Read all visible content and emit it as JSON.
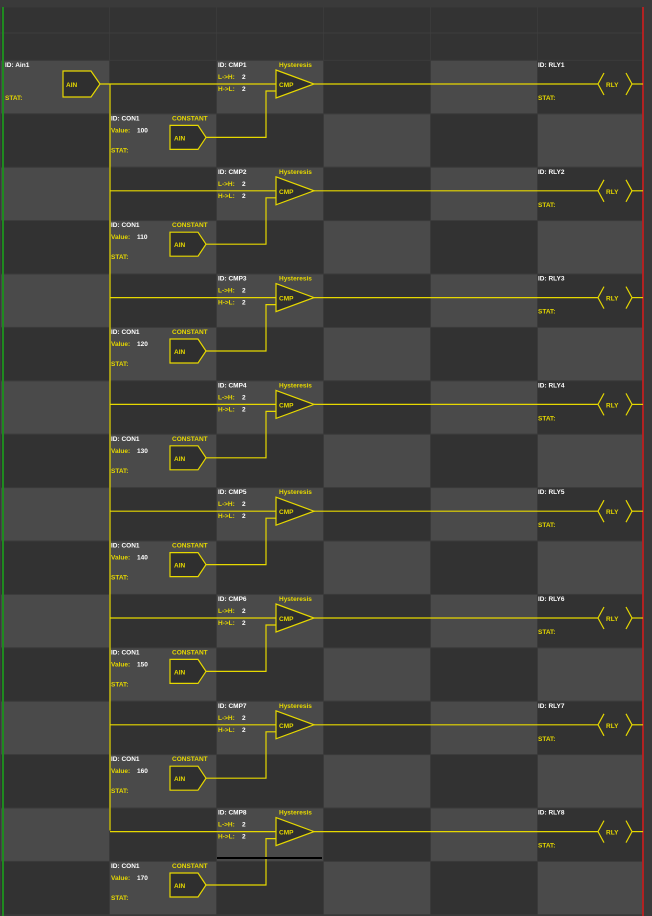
{
  "input": {
    "id_label": "ID: Ain1",
    "stat_label": "STAT:",
    "block_label": "AIN"
  },
  "stages": [
    {
      "cmp_id": "ID: CMP1",
      "mode": "Hysteresis",
      "lh_label": "L->H:",
      "lh_value": "2",
      "hl_label": "H->L:",
      "hl_value": "2",
      "cmp_block": "CMP",
      "con_id": "ID: CON1",
      "con_type": "CONSTANT",
      "con_value_label": "Value:",
      "con_value": "100",
      "con_stat": "STAT:",
      "con_block": "AIN",
      "rly_id": "ID: RLY1",
      "rly_stat": "STAT:",
      "rly_block": "RLY"
    },
    {
      "cmp_id": "ID: CMP2",
      "mode": "Hysteresis",
      "lh_label": "L->H:",
      "lh_value": "2",
      "hl_label": "H->L:",
      "hl_value": "2",
      "cmp_block": "CMP",
      "con_id": "ID: CON1",
      "con_type": "CONSTANT",
      "con_value_label": "Value:",
      "con_value": "110",
      "con_stat": "STAT:",
      "con_block": "AIN",
      "rly_id": "ID: RLY2",
      "rly_stat": "STAT:",
      "rly_block": "RLY"
    },
    {
      "cmp_id": "ID: CMP3",
      "mode": "Hysteresis",
      "lh_label": "L->H:",
      "lh_value": "2",
      "hl_label": "H->L:",
      "hl_value": "2",
      "cmp_block": "CMP",
      "con_id": "ID: CON1",
      "con_type": "CONSTANT",
      "con_value_label": "Value:",
      "con_value": "120",
      "con_stat": "STAT:",
      "con_block": "AIN",
      "rly_id": "ID: RLY3",
      "rly_stat": "STAT:",
      "rly_block": "RLY"
    },
    {
      "cmp_id": "ID: CMP4",
      "mode": "Hysteresis",
      "lh_label": "L->H:",
      "lh_value": "2",
      "hl_label": "H->L:",
      "hl_value": "2",
      "cmp_block": "CMP",
      "con_id": "ID: CON1",
      "con_type": "CONSTANT",
      "con_value_label": "Value:",
      "con_value": "130",
      "con_stat": "STAT:",
      "con_block": "AIN",
      "rly_id": "ID: RLY4",
      "rly_stat": "STAT:",
      "rly_block": "RLY"
    },
    {
      "cmp_id": "ID: CMP5",
      "mode": "Hysteresis",
      "lh_label": "L->H:",
      "lh_value": "2",
      "hl_label": "H->L:",
      "hl_value": "2",
      "cmp_block": "CMP",
      "con_id": "ID: CON1",
      "con_type": "CONSTANT",
      "con_value_label": "Value:",
      "con_value": "140",
      "con_stat": "STAT:",
      "con_block": "AIN",
      "rly_id": "ID: RLY5",
      "rly_stat": "STAT:",
      "rly_block": "RLY"
    },
    {
      "cmp_id": "ID: CMP6",
      "mode": "Hysteresis",
      "lh_label": "L->H:",
      "lh_value": "2",
      "hl_label": "H->L:",
      "hl_value": "2",
      "cmp_block": "CMP",
      "con_id": "ID: CON1",
      "con_type": "CONSTANT",
      "con_value_label": "Value:",
      "con_value": "150",
      "con_stat": "STAT:",
      "con_block": "AIN",
      "rly_id": "ID: RLY6",
      "rly_stat": "STAT:",
      "rly_block": "RLY"
    },
    {
      "cmp_id": "ID: CMP7",
      "mode": "Hysteresis",
      "lh_label": "L->H:",
      "lh_value": "2",
      "hl_label": "H->L:",
      "hl_value": "2",
      "cmp_block": "CMP",
      "con_id": "ID: CON1",
      "con_type": "CONSTANT",
      "con_value_label": "Value:",
      "con_value": "160",
      "con_stat": "STAT:",
      "con_block": "AIN",
      "rly_id": "ID: RLY7",
      "rly_stat": "STAT:",
      "rly_block": "RLY"
    },
    {
      "cmp_id": "ID: CMP8",
      "mode": "Hysteresis",
      "lh_label": "L->H:",
      "lh_value": "2",
      "hl_label": "H->L:",
      "hl_value": "2",
      "cmp_block": "CMP",
      "con_id": "ID: CON1",
      "con_type": "CONSTANT",
      "con_value_label": "Value:",
      "con_value": "170",
      "con_stat": "STAT:",
      "con_block": "AIN",
      "rly_id": "ID: RLY8",
      "rly_stat": "STAT:",
      "rly_block": "RLY"
    }
  ],
  "colors": {
    "wire": "#e6d800",
    "cell_light": "#4a4a4a",
    "cell_dark": "#323232",
    "left_rail": "#1f8a1f",
    "right_rail": "#b22222"
  }
}
